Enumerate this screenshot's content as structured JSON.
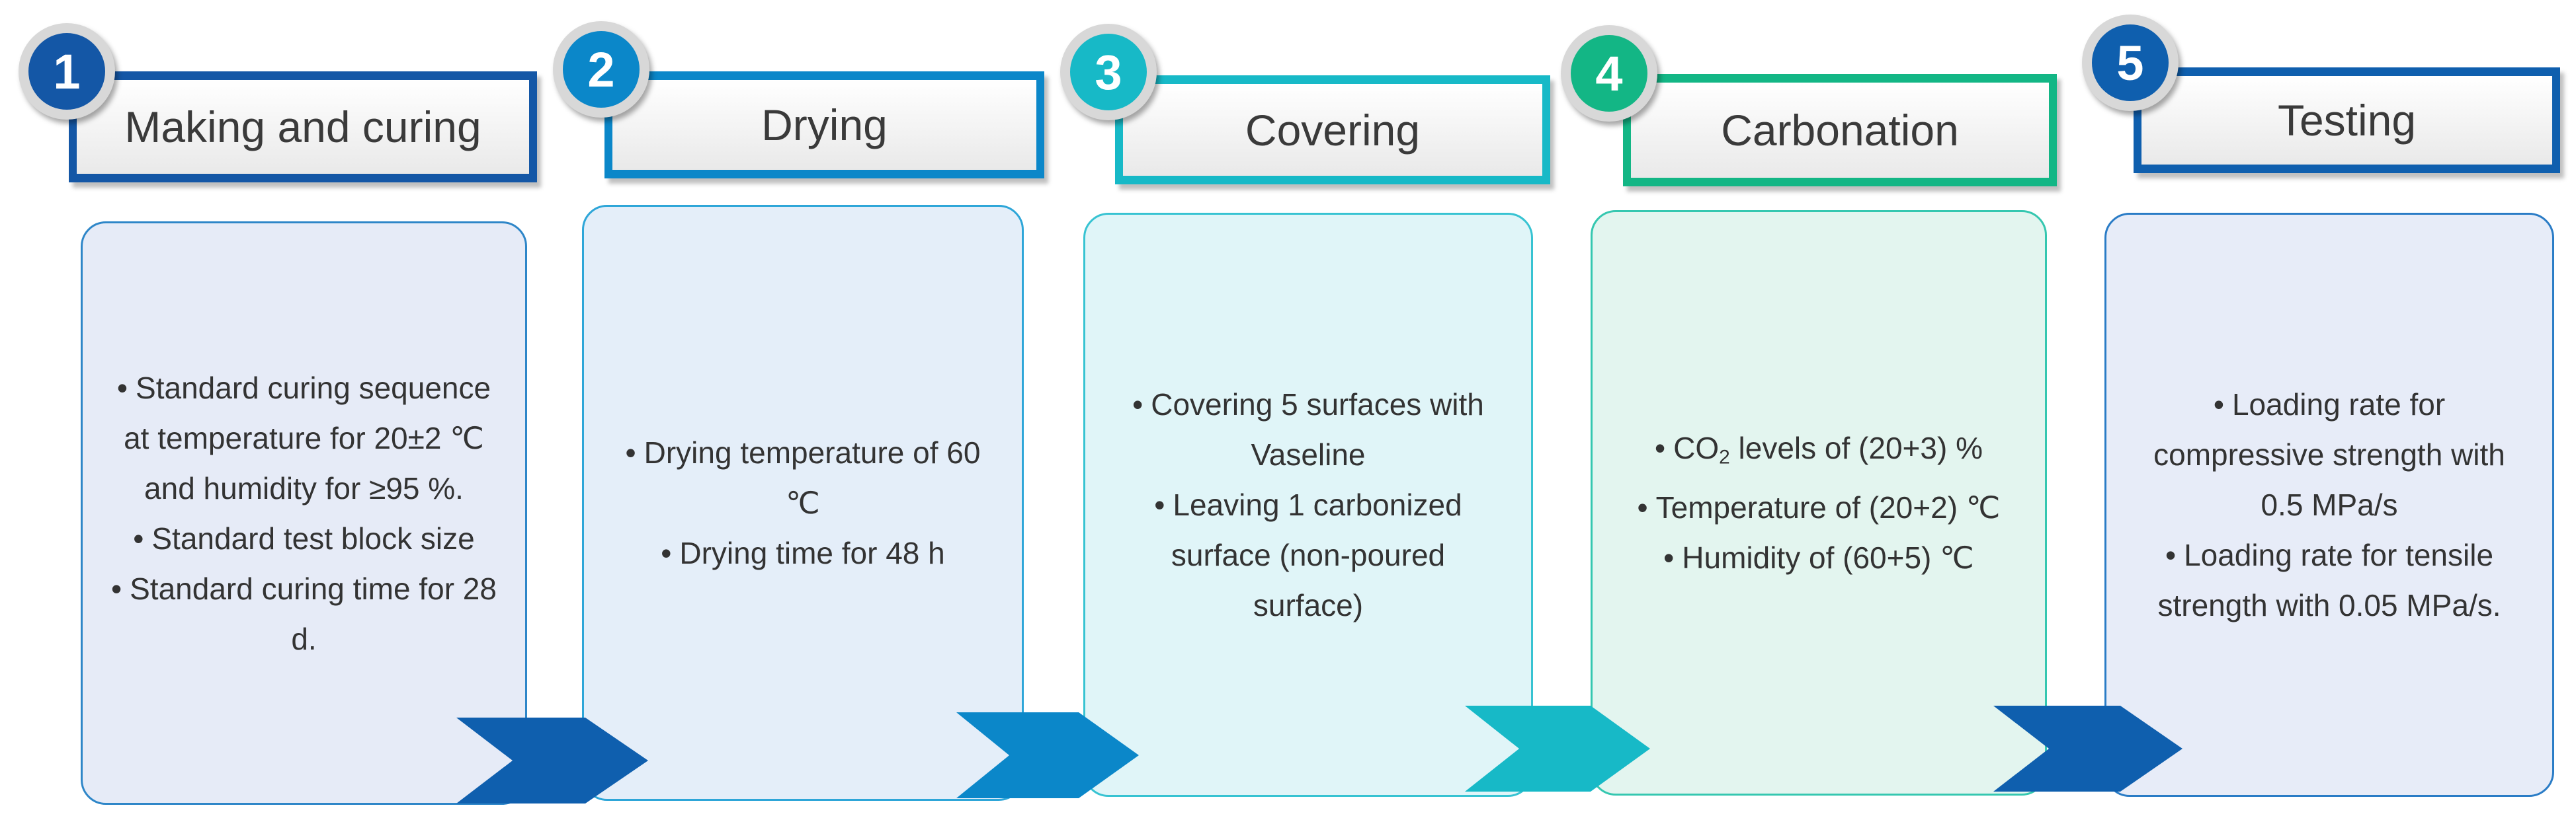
{
  "steps": [
    {
      "number": "1",
      "title": "Making  and curing",
      "color": "#1457a6",
      "panel_bg": "#e6ebf7",
      "bullets": [
        "Standard curing sequence at temperature for 20±2 ℃ and humidity for ≥95 %.",
        "Standard test block size",
        "Standard curing time for 28 d."
      ]
    },
    {
      "number": "2",
      "title": "Drying",
      "color": "#0b87c9",
      "panel_bg": "#e4eef9",
      "bullets": [
        "Drying temperature of 60 ℃",
        "Drying time for 48 h"
      ]
    },
    {
      "number": "3",
      "title": "Covering",
      "color": "#17b9c7",
      "panel_bg": "#e0f5f8",
      "bullets": [
        "Covering 5 surfaces with Vaseline",
        "Leaving 1 carbonized surface (non-poured surface)"
      ]
    },
    {
      "number": "4",
      "title": "Carbonation",
      "color": "#13b685",
      "panel_bg": "#e3f5ef",
      "bullets": [
        "CO",
        "Temperature of (20+2) ℃",
        "Humidity of (60+5) ℃"
      ],
      "co2": {
        "prefix": "CO",
        "sub": "2",
        "suffix": " levels of (20+3) %"
      }
    },
    {
      "number": "5",
      "title": "Testing",
      "color": "#0f5fae",
      "panel_bg": "#e7ecf8",
      "bullets": [
        "Loading rate for compressive strength with 0.5 MPa/s",
        "Loading rate for tensile strength with 0.05 MPa/s."
      ]
    }
  ],
  "bullet_glyph": "•",
  "arrow_colors": [
    "#0f5fae",
    "#0b87c9",
    "#17b9c7",
    "#0f5fae"
  ]
}
